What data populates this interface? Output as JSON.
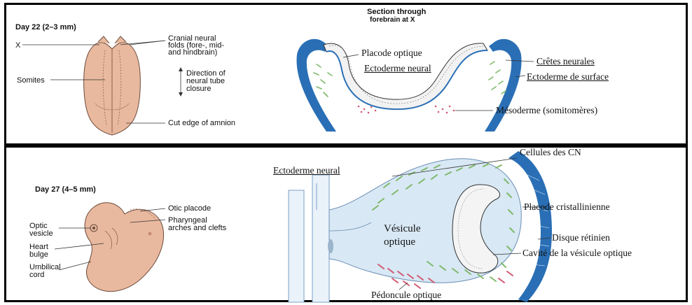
{
  "top_panel": {
    "stage_label": "Day 22 (2–3 mm)",
    "x_label": "X",
    "somites_label": "Somites",
    "cranial_folds_lines": [
      "Cranial neural",
      "folds (fore-, mid-",
      "and hindbrain)"
    ],
    "direction_lines": [
      "Direction of",
      "neural tube",
      "closure"
    ],
    "amnion_label": "Cut edge of amnion",
    "section_title_lines": [
      "Section through",
      "forebrain at X"
    ],
    "placode_optique": "Placode optique",
    "ectoderme_neural": "Ectoderme neural",
    "cretes_neurales": "Crêtes neurales",
    "ectoderme_surface": "Ectoderme de surface",
    "mesoderme": "Mésoderme (somitomères)"
  },
  "bottom_panel": {
    "stage_label": "Day 27 (4–5 mm)",
    "otic_placode": "Otic placode",
    "optic_vesicle_lines": [
      "Optic",
      "vesicle"
    ],
    "pharyngeal_lines": [
      "Pharyngeal",
      "arches and clefts"
    ],
    "heart_lines": [
      "Heart",
      "bulge"
    ],
    "umbilical_lines": [
      "Umbilical",
      "cord"
    ],
    "ectoderme_neural": "Ectoderme neural",
    "cellules_cn": "Cellules des CN",
    "placode_cristallinienne": "Placode cristallinienne",
    "vesicule_optique_lines": [
      "Vésicule",
      "optique"
    ],
    "disque_retinien": "Disque rétinien",
    "cavite": "Cavité de la vésicule optique",
    "pedoncule": "Pédoncule optique"
  },
  "colors": {
    "skin": "#e9b99f",
    "neural_blue": "#2a6fb5",
    "cell_green": "#7fb96a",
    "mesoderm_red": "#d05a72",
    "vesicle_fill": "#d8e8f4"
  }
}
